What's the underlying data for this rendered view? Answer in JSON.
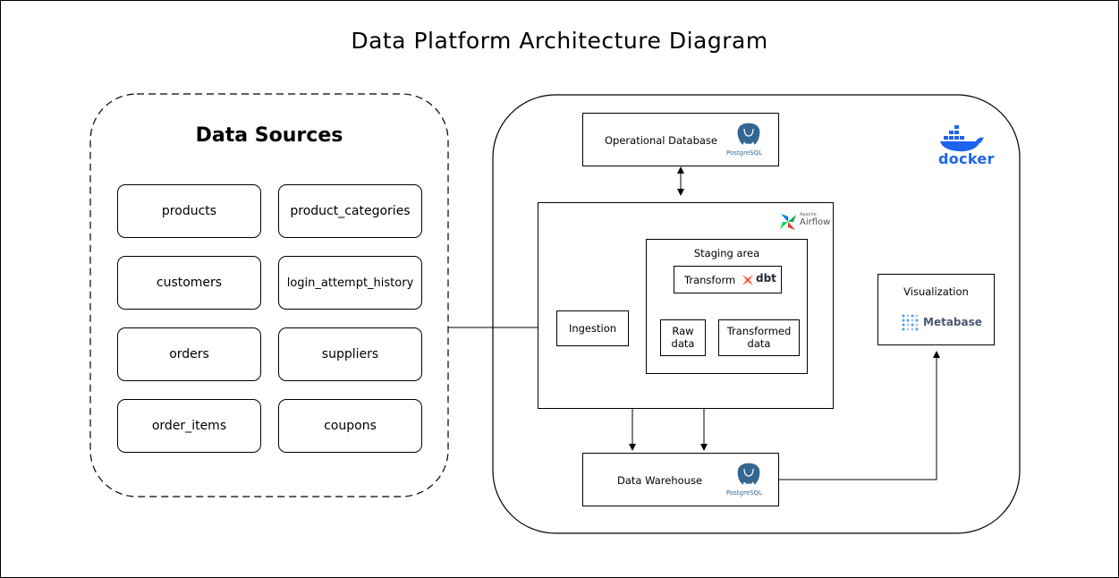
{
  "title": "Data Platform Architecture Diagram",
  "sources": {
    "title": "Data Sources",
    "items": [
      "products",
      "product_categories",
      "customers",
      "login_attempt_history",
      "orders",
      "suppliers",
      "order_items",
      "coupons"
    ]
  },
  "nodes": {
    "operational_db": "Operational Database",
    "ingestion": "Ingestion",
    "staging_area": "Staging area",
    "transform": "Transform",
    "raw_data": "Raw data",
    "transformed_data": "Transformed data",
    "data_warehouse": "Data Warehouse",
    "visualization": "Visualization"
  },
  "logos": {
    "postgres_text": "PostgreSQL",
    "docker_text": "docker",
    "airflow_small": "Apache",
    "airflow_text": "Airflow",
    "dbt_text": "dbt",
    "metabase_text": "Metabase"
  },
  "colors": {
    "docker_blue": "#1d63ed",
    "postgres_blue": "#336791",
    "dbt_orange": "#ff694a",
    "metabase_blue": "#509ee3",
    "airflow_teal": "#017cee"
  }
}
